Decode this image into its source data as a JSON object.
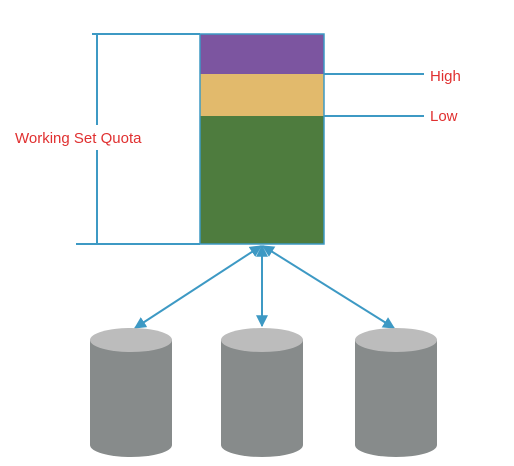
{
  "labels": {
    "working_set_quota": "Working Set Quota",
    "high": "High",
    "low": "Low"
  },
  "colors": {
    "line": "#3d99c4",
    "label_text": "#e03030",
    "quota_top": "#7c55a0",
    "quota_middle": "#e2ba6c",
    "quota_bottom": "#4e7c3e",
    "disk_body": "#878b8b",
    "disk_top": "#bcbcbc"
  },
  "disk_count": 3
}
